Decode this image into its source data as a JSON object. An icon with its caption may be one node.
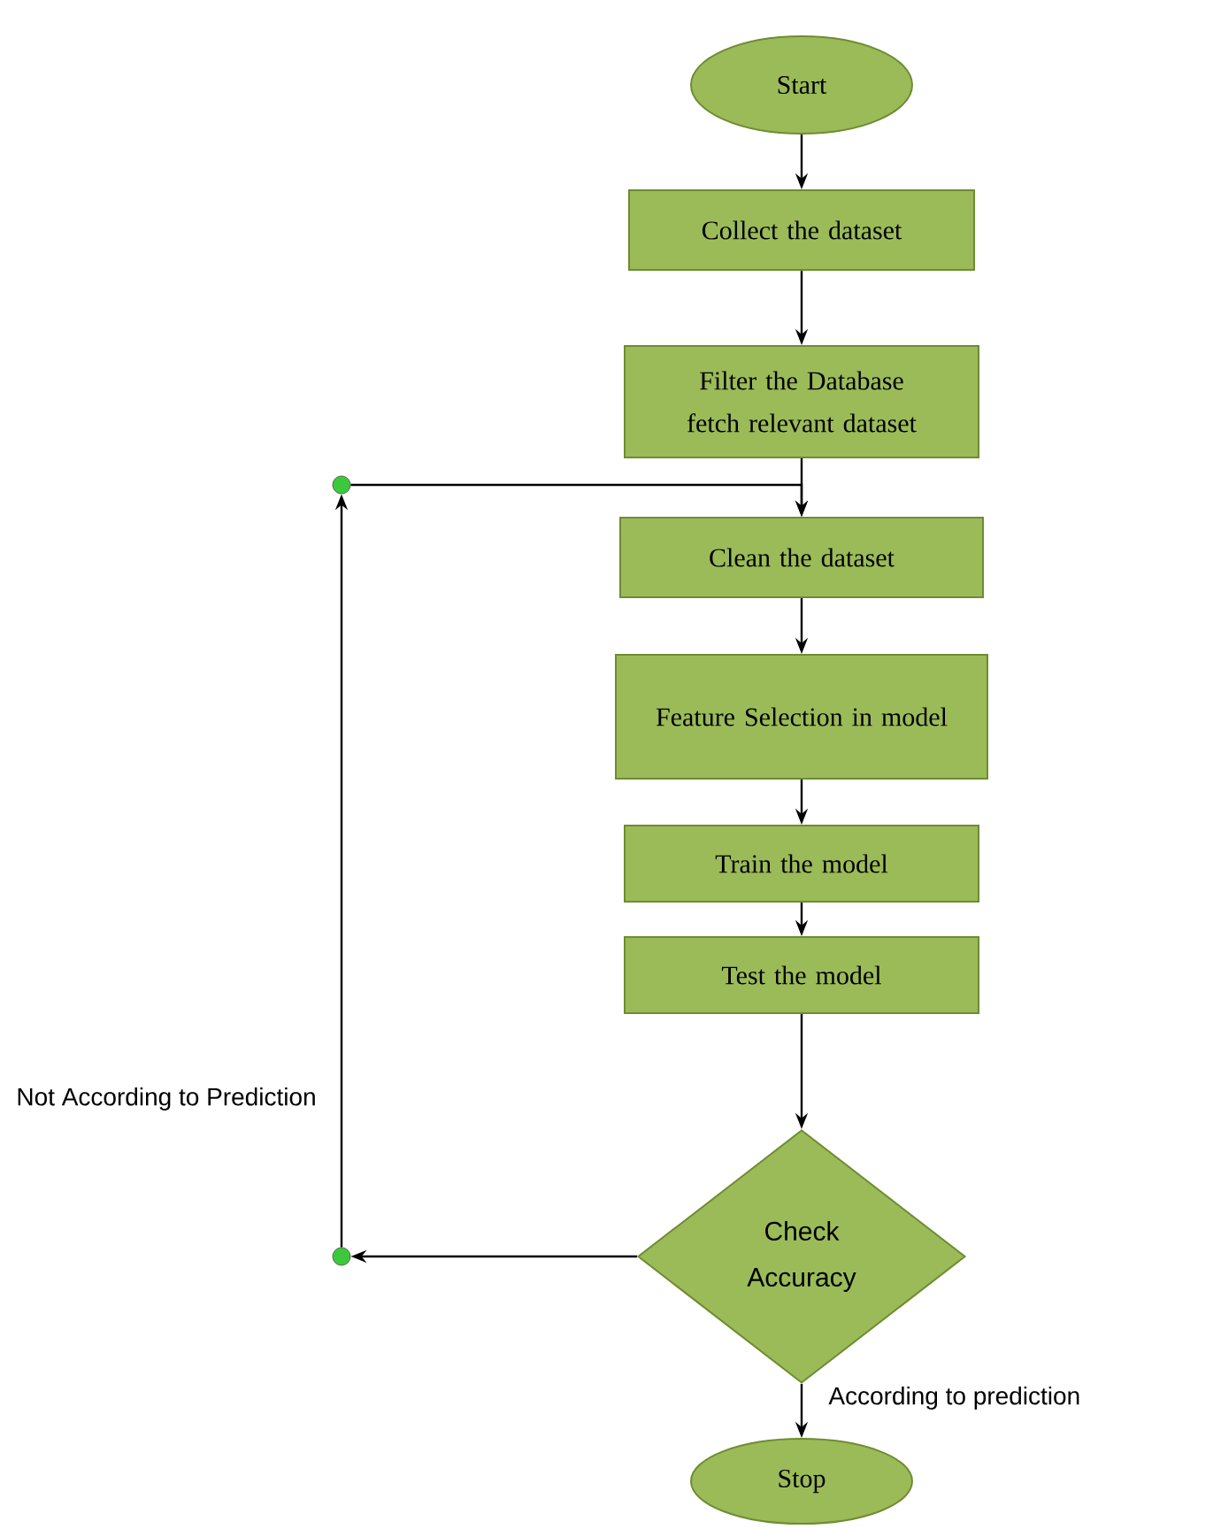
{
  "diagram": {
    "nodes": [
      {
        "text": [
          "Start"
        ]
      },
      {
        "text": [
          "Collect the dataset"
        ]
      },
      {
        "text": [
          "Filter the Database fetch relevant dataset"
        ]
      },
      {
        "text": [
          "Clean the dataset"
        ]
      },
      {
        "text": [
          "Feature Selection in model"
        ]
      },
      {
        "text": [
          "Train the model"
        ]
      },
      {
        "text": [
          "Test the model"
        ]
      },
      {
        "text": [
          "Check Accuracy"
        ]
      },
      {
        "text": [
          "Stop"
        ]
      },
      {
        "text": [],
        "shape": "circle"
      },
      {
        "text": [],
        "shape": "circle"
      }
    ],
    "edges": [
      {
        "from": 0,
        "to": 1,
        "arrow": "to"
      },
      {
        "from": 1,
        "to": 2,
        "arrow": "to"
      },
      {
        "from": 2,
        "to": 3,
        "arrow": "to"
      },
      {
        "from": 3,
        "to": 4,
        "arrow": "to"
      },
      {
        "from": 4,
        "to": 5,
        "arrow": "to"
      },
      {
        "from": 5,
        "to": 6,
        "arrow": "to"
      },
      {
        "from": 6,
        "to": 7,
        "arrow": "to"
      },
      {
        "from": 7,
        "to": 8,
        "arrow": "to",
        "label": "According to prediction"
      },
      {
        "from": 7,
        "to": 10,
        "arrow": "to"
      },
      {
        "from": 10,
        "to": 9,
        "arrow": "to",
        "label": "Not According to Prediction"
      },
      {
        "from": 9,
        "to": 3,
        "arrow": "to"
      }
    ]
  }
}
